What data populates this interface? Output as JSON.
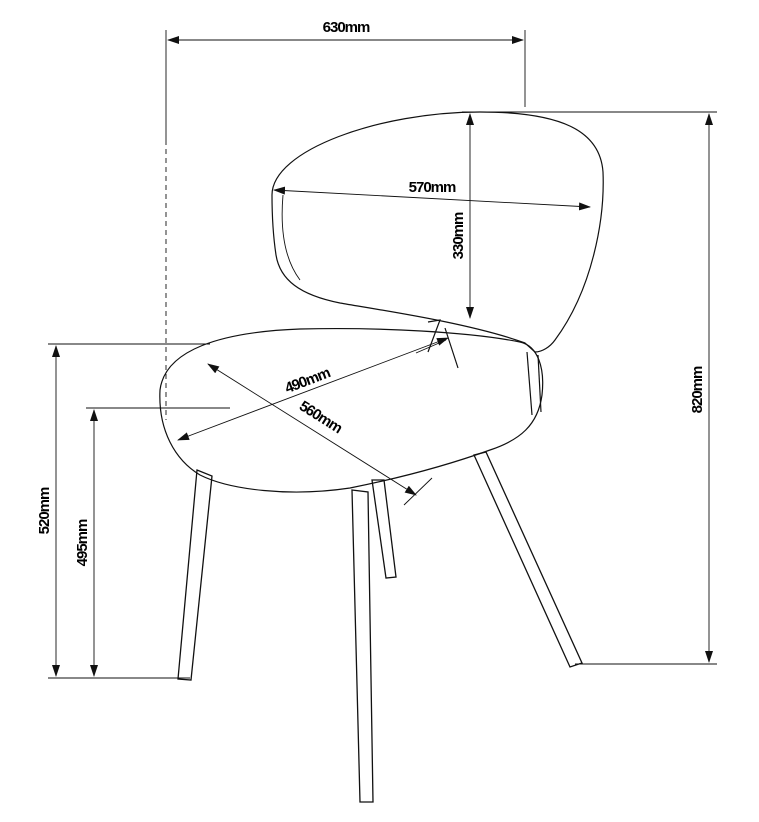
{
  "dimensions": {
    "overall_width": "630mm",
    "backrest_width": "570mm",
    "backrest_height": "330mm",
    "seat_depth": "490mm",
    "seat_diagonal": "560mm",
    "overall_height": "820mm",
    "seat_height_front": "520mm",
    "seat_height_rear": "495mm"
  }
}
